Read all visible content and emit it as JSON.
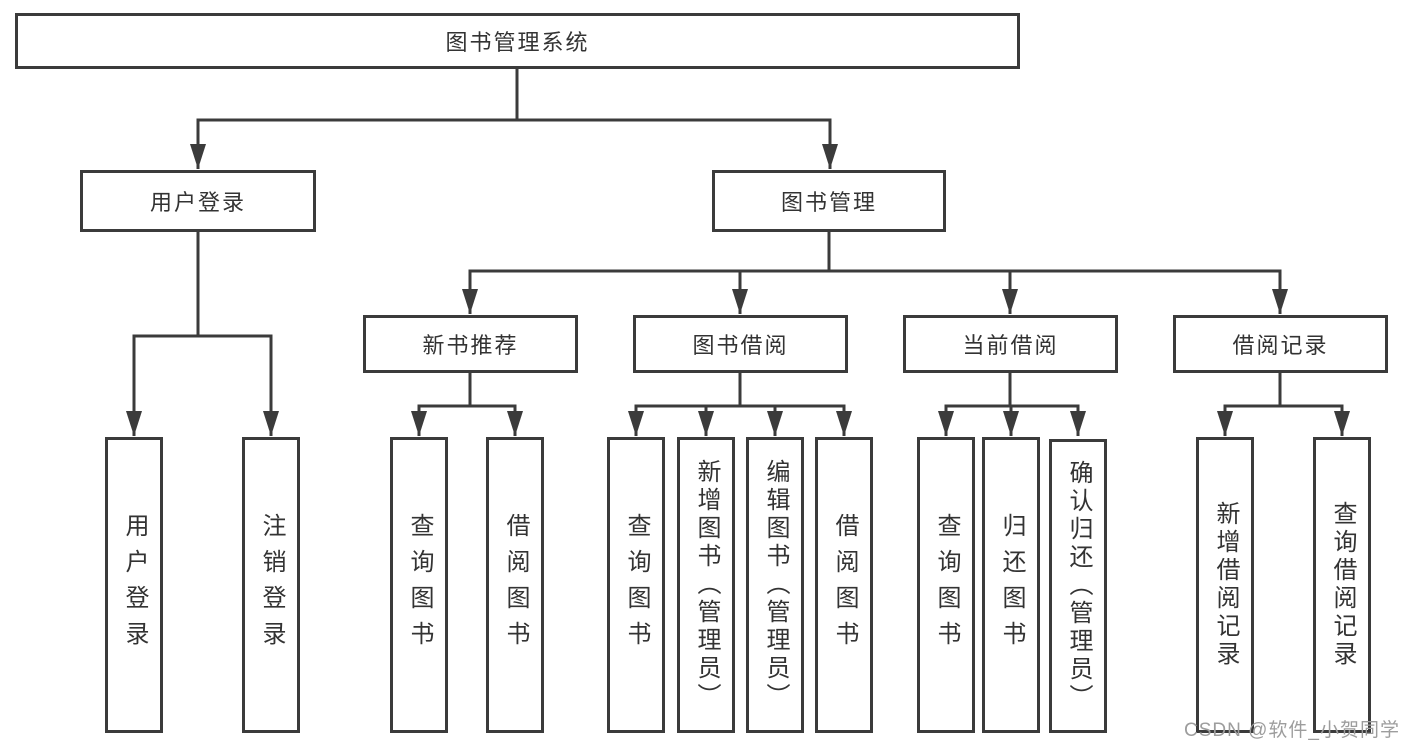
{
  "tree": {
    "root": {
      "label": "图书管理系统"
    },
    "branches": [
      {
        "label": "用户登录",
        "children": [
          {
            "label": "用户登录"
          },
          {
            "label": "注销登录"
          }
        ]
      },
      {
        "label": "图书管理",
        "children": [
          {
            "label": "新书推荐",
            "children": [
              {
                "label": "查询图书"
              },
              {
                "label": "借阅图书"
              }
            ]
          },
          {
            "label": "图书借阅",
            "children": [
              {
                "label": "查询图书"
              },
              {
                "label": "新增图书（管理员）"
              },
              {
                "label": "编辑图书（管理员）"
              },
              {
                "label": "借阅图书"
              }
            ]
          },
          {
            "label": "当前借阅",
            "children": [
              {
                "label": "查询图书"
              },
              {
                "label": "归还图书"
              },
              {
                "label": "确认归还（管理员）"
              }
            ]
          },
          {
            "label": "借阅记录",
            "children": [
              {
                "label": "新增借阅记录"
              },
              {
                "label": "查询借阅记录"
              }
            ]
          }
        ]
      }
    ]
  },
  "watermark": {
    "text": "CSDN @软件_小贺同学"
  },
  "colors": {
    "line": "#3b3b3b",
    "text": "#333333",
    "watermark": "#9d9d9d",
    "background": "#ffffff"
  }
}
